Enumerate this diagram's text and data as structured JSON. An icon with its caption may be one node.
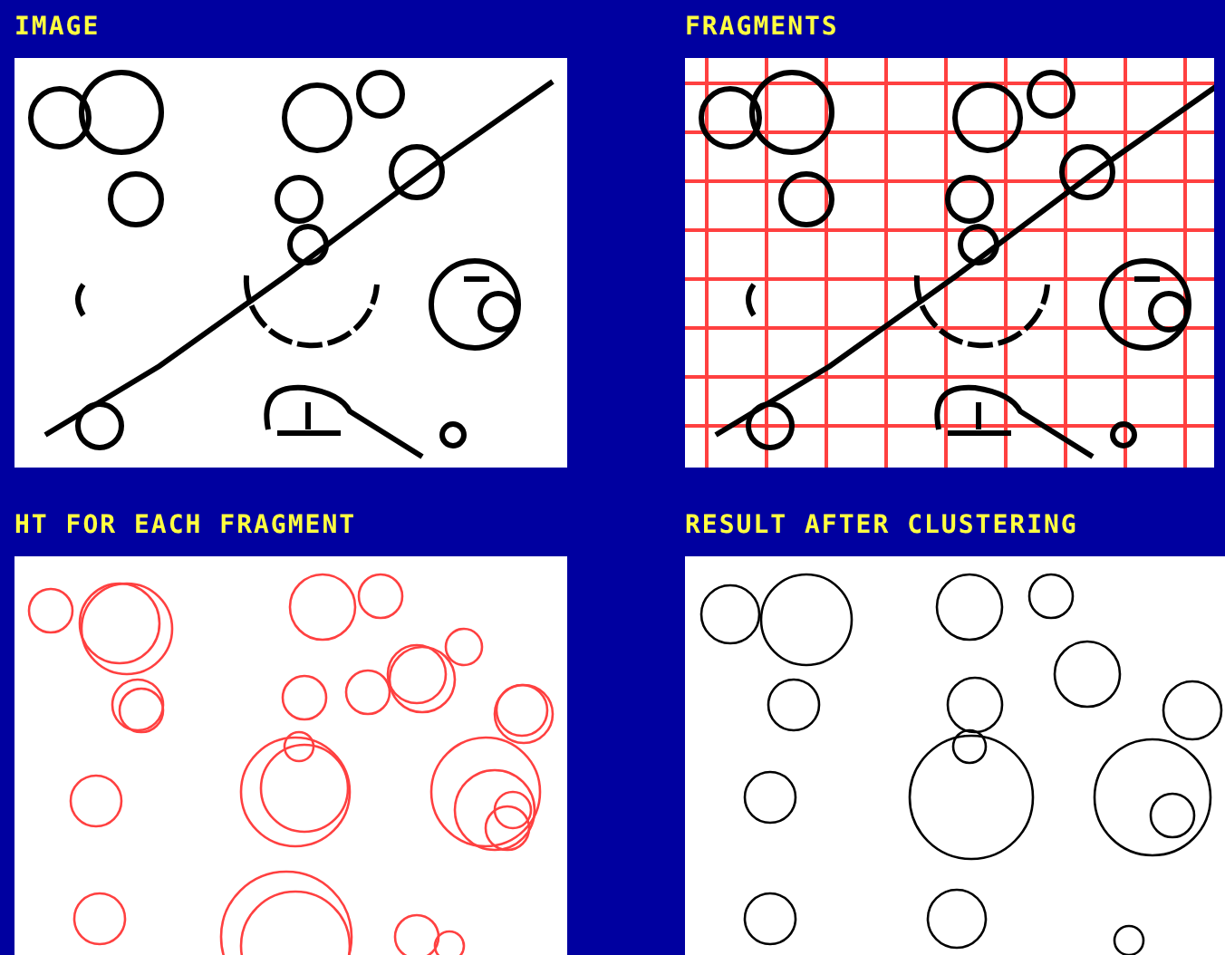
{
  "diagram": {
    "nodes": [
      {
        "text": [
          "IMAGE"
        ]
      },
      {
        "text": [
          "FRAGMENTS"
        ]
      },
      {
        "text": [
          "HT FOR EACH FRAGMENT"
        ]
      },
      {
        "text": [
          "RESULT AFTER CLUSTERING"
        ]
      }
    ]
  }
}
